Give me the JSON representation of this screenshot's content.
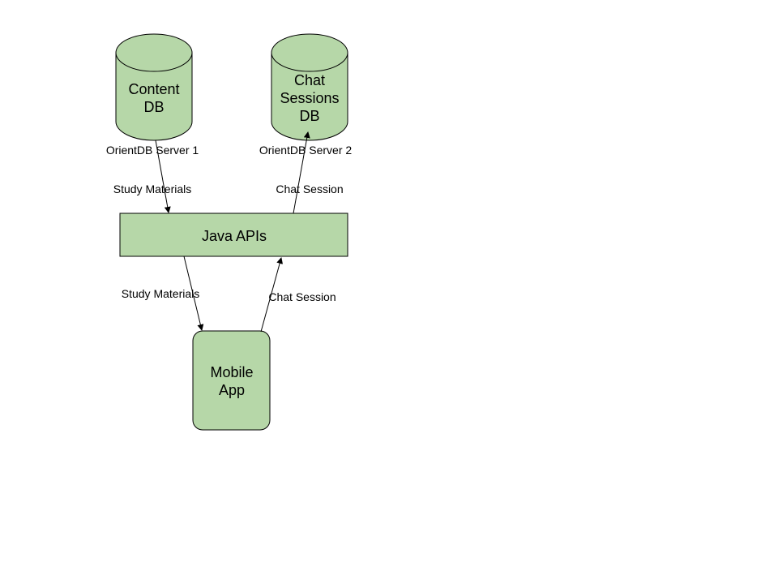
{
  "colors": {
    "node_fill": "#b6d7a8",
    "stroke": "#000000",
    "background": "#ffffff"
  },
  "nodes": {
    "content_db": {
      "shape": "cylinder",
      "lines": [
        "Content",
        "DB"
      ],
      "caption": "OrientDB Server 1"
    },
    "chat_db": {
      "shape": "cylinder",
      "lines": [
        "Chat",
        "Sessions",
        "DB"
      ],
      "caption": "OrientDB Server 2"
    },
    "java_apis": {
      "shape": "rectangle",
      "label": "Java APIs"
    },
    "mobile_app": {
      "shape": "rounded-rectangle",
      "lines": [
        "Mobile",
        "App"
      ]
    }
  },
  "edges": [
    {
      "from": "content_db",
      "to": "java_apis",
      "label": "Study Materials"
    },
    {
      "from": "java_apis",
      "to": "chat_db",
      "label": "Chat Session"
    },
    {
      "from": "java_apis",
      "to": "mobile_app",
      "label": "Study Materials"
    },
    {
      "from": "mobile_app",
      "to": "java_apis",
      "label": "Chat Session"
    }
  ]
}
